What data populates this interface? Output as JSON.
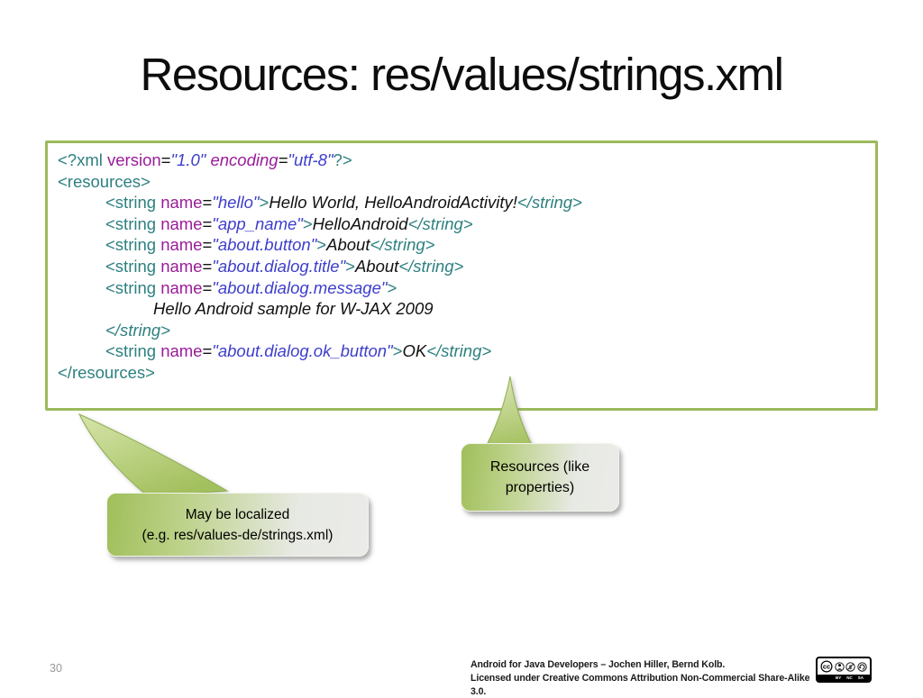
{
  "slide": {
    "title": "Resources: res/values/strings.xml",
    "page_number": "30"
  },
  "colors": {
    "code_border_green": "#9cba5c",
    "syntax_tag_teal": "#2e8080",
    "syntax_attr_purple": "#9a1c9a",
    "syntax_value_blue": "#3e3ecc",
    "callout_green": "#a0bf5a",
    "callout_gray": "#ebebe9"
  },
  "code_block": {
    "lines": [
      {
        "indent": 0,
        "tokens": [
          [
            "<?xml ",
            "t"
          ],
          [
            "version",
            "a"
          ],
          [
            "=",
            "p"
          ],
          [
            "\"1.0\" ",
            "v"
          ],
          [
            "encoding",
            "ai"
          ],
          [
            "=",
            "pi"
          ],
          [
            "\"utf-8\"",
            "v"
          ],
          [
            "?>",
            "t"
          ]
        ]
      },
      {
        "indent": 0,
        "tokens": [
          [
            "<resources>",
            "t"
          ]
        ]
      },
      {
        "indent": 1,
        "tokens": [
          [
            "<string ",
            "t"
          ],
          [
            "name",
            "a"
          ],
          [
            "=",
            "p"
          ],
          [
            "\"hello\"",
            "v"
          ],
          [
            ">",
            "t"
          ],
          [
            "Hello World, HelloAndroidActivity!",
            "s"
          ],
          [
            "</string>",
            "ti"
          ]
        ]
      },
      {
        "indent": 1,
        "tokens": [
          [
            "<string ",
            "t"
          ],
          [
            "name",
            "a"
          ],
          [
            "=",
            "p"
          ],
          [
            "\"app_name\"",
            "v"
          ],
          [
            ">",
            "t"
          ],
          [
            "HelloAndroid",
            "s"
          ],
          [
            "</string>",
            "ti"
          ]
        ]
      },
      {
        "indent": 1,
        "tokens": [
          [
            "<string ",
            "t"
          ],
          [
            "name",
            "a"
          ],
          [
            "=",
            "p"
          ],
          [
            "\"about.button\"",
            "v"
          ],
          [
            ">",
            "t"
          ],
          [
            "About",
            "s"
          ],
          [
            "</string>",
            "ti"
          ]
        ]
      },
      {
        "indent": 1,
        "tokens": [
          [
            "<string ",
            "t"
          ],
          [
            "name",
            "a"
          ],
          [
            "=",
            "p"
          ],
          [
            "\"about.dialog.title\"",
            "v"
          ],
          [
            ">",
            "t"
          ],
          [
            "About",
            "s"
          ],
          [
            "</string>",
            "ti"
          ]
        ]
      },
      {
        "indent": 1,
        "tokens": [
          [
            "<string ",
            "t"
          ],
          [
            "name",
            "a"
          ],
          [
            "=",
            "p"
          ],
          [
            "\"about.dialog.message\"",
            "v"
          ],
          [
            ">",
            "t"
          ]
        ]
      },
      {
        "indent": 2,
        "tokens": [
          [
            "Hello Android sample for W-JAX 2009",
            "s"
          ]
        ]
      },
      {
        "indent": 1,
        "tokens": [
          [
            "</string>",
            "ti"
          ]
        ]
      },
      {
        "indent": 1,
        "tokens": [
          [
            "<string ",
            "t"
          ],
          [
            "name",
            "a"
          ],
          [
            "=",
            "p"
          ],
          [
            "\"about.dialog.ok_button\"",
            "v"
          ],
          [
            ">",
            "t"
          ],
          [
            "OK",
            "s"
          ],
          [
            "</string>",
            "ti"
          ]
        ]
      },
      {
        "indent": 0,
        "tokens": [
          [
            "</resources>",
            "t"
          ]
        ]
      }
    ]
  },
  "callouts": {
    "resources": {
      "line1": "Resources (like",
      "line2": "properties)"
    },
    "localized": {
      "line1": "May be localized",
      "line2": "(e.g. res/values-de/strings.xml)"
    }
  },
  "footer": {
    "credit_line1": "Android for Java Developers – Jochen Hiller, Bernd Kolb.",
    "credit_line2": "Licensed under Creative Commons Attribution Non-Commercial Share-Alike 3.0.",
    "cc_badge": {
      "logo": "cc",
      "labels": [
        "BY",
        "NC",
        "SA"
      ]
    }
  }
}
